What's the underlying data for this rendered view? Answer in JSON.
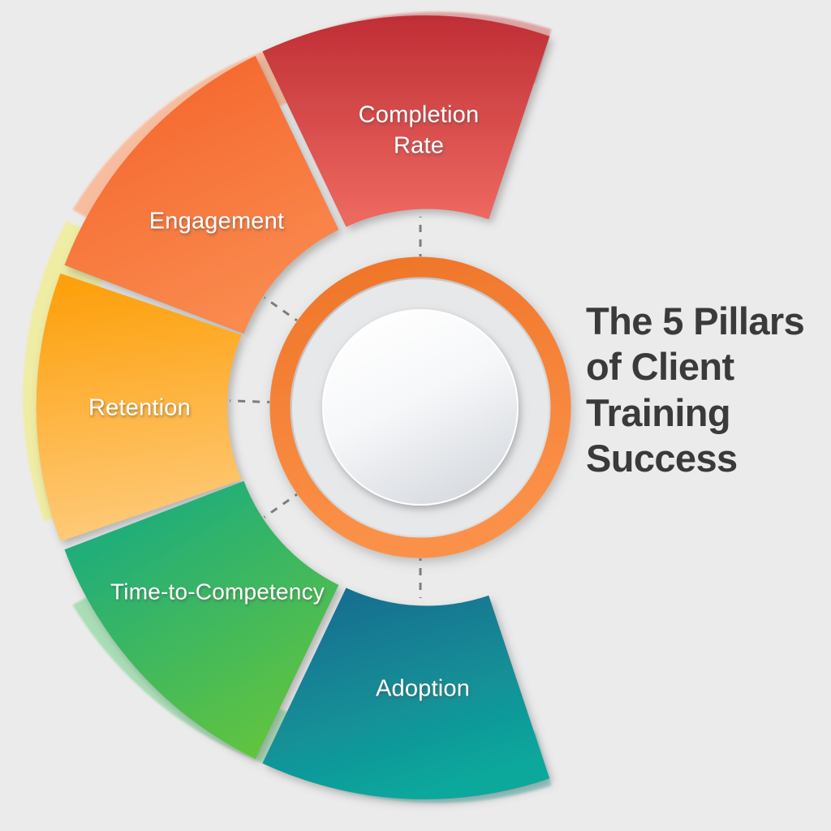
{
  "background_color": "#ebebeb",
  "title": {
    "text": "The 5 Pillars of Client Training Success",
    "color": "#3a3a3a"
  },
  "hub": {
    "ring_color_start": "#f07a31",
    "ring_color_end": "#fb9148",
    "inner_circle_start": "#ffffff",
    "inner_circle_end": "#d7dbe0",
    "label": ""
  },
  "connector": {
    "style": "dashed",
    "color": "#7d7d7d"
  },
  "chart_data": {
    "type": "pie",
    "title": "The 5 Pillars of Client Training Success",
    "legend_position": "on-slice",
    "categories": [
      "Completion Rate",
      "Engagement",
      "Retention",
      "Time-to-Competency",
      "Adoption"
    ],
    "values": [
      20,
      20,
      20,
      20,
      20
    ],
    "colors": [
      "#c8393c",
      "#f5763c",
      "#fca311",
      "#23a86c",
      "#1a7fa0"
    ],
    "note": "Five equal petals arranged around a central orange ring hub; right side open for the title."
  },
  "segments": [
    {
      "id": "completion-rate",
      "label": "Completion Rate",
      "label_lines": [
        "Completion",
        "Rate"
      ],
      "color_start": "#bf2e35",
      "color_end": "#ef6b62",
      "halo_color": "#e3a6a8",
      "start_angle": -113,
      "end_angle": -69
    },
    {
      "id": "engagement",
      "label": "Engagement",
      "label_lines": [
        "Engagement"
      ],
      "color_start": "#f4632a",
      "color_end": "#fa8b4f",
      "halo_color": "#f6bb9c",
      "start_angle": -157,
      "end_angle": -115
    },
    {
      "id": "retention",
      "label": "Retention",
      "label_lines": [
        "Retention"
      ],
      "color_start": "#fd9e06",
      "color_end": "#fec15d",
      "halo_color": "#ede99f",
      "start_angle": 159,
      "end_angle": -159
    },
    {
      "id": "time-to-competency",
      "label": "Time-to-Competency",
      "label_lines": [
        "Time-to-Competency"
      ],
      "color_start": "#17a678",
      "color_end": "#5cc14a",
      "halo_color": "#a8ddb4",
      "start_angle": 115,
      "end_angle": 157
    },
    {
      "id": "adoption",
      "label": "Adoption",
      "label_lines": [
        "Adoption"
      ],
      "color_start": "#17698f",
      "color_end": "#11a49c",
      "halo_color": "#9bd6d2",
      "start_angle": 69,
      "end_angle": 113
    }
  ]
}
